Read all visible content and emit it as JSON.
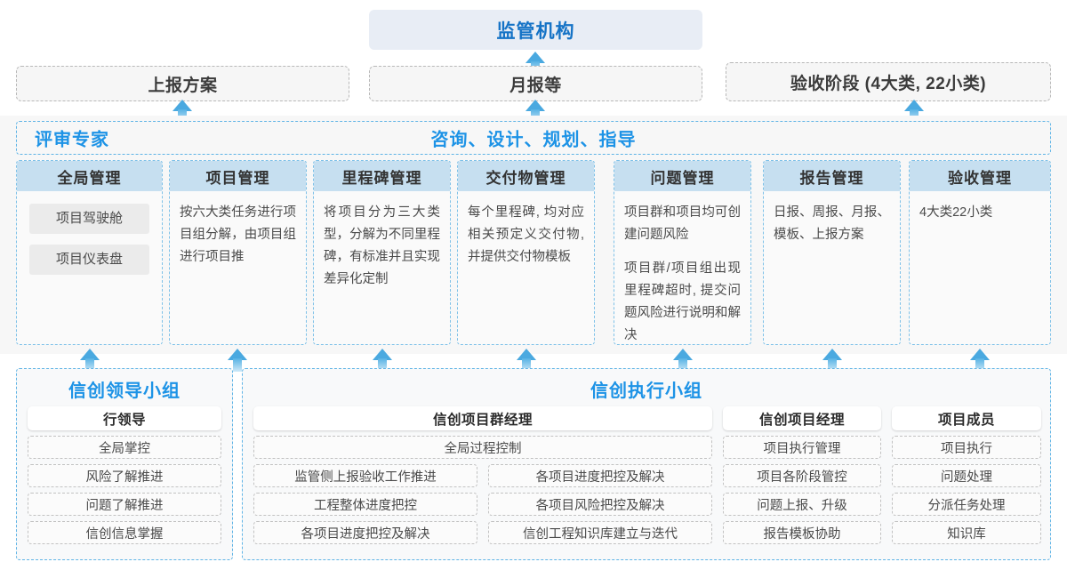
{
  "top": {
    "regulator": {
      "label": "监管机构"
    },
    "submissions": [
      {
        "label": "上报方案"
      },
      {
        "label": "月报等"
      },
      {
        "label": "验收阶段 (4大类, 22小类)"
      }
    ]
  },
  "middle": {
    "header_left": "评审专家",
    "header_center": "咨询、设计、规划、指导",
    "columns": [
      {
        "title": "全局管理",
        "chips": [
          "项目驾驶舱",
          "项目仪表盘"
        ],
        "paragraphs": []
      },
      {
        "title": "项目管理",
        "chips": [],
        "paragraphs": [
          "按六大类任务进行项目组分解，由项目组进行项目推"
        ]
      },
      {
        "title": "里程碑管理",
        "chips": [],
        "paragraphs": [
          "将项目分为三大类型，分解为不同里程碑，有标准并且实现差异化定制"
        ]
      },
      {
        "title": "交付物管理",
        "chips": [],
        "paragraphs": [
          "每个里程碑, 均对应相关预定义交付物,并提供交付物模板"
        ]
      },
      {
        "title": "问题管理",
        "chips": [],
        "paragraphs": [
          "项目群和项目均可创建问题风险",
          "项目群/项目组出现里程碑超时, 提交问题风险进行说明和解决"
        ]
      },
      {
        "title": "报告管理",
        "chips": [],
        "paragraphs": [
          "日报、周报、月报、模板、上报方案"
        ]
      },
      {
        "title": "验收管理",
        "chips": [],
        "paragraphs": [
          "4大类22小类"
        ]
      }
    ]
  },
  "bottom": {
    "leading_group": {
      "title": "信创领导小组",
      "role": {
        "head": "行领导",
        "items": [
          "全局掌控",
          "风险了解推进",
          "问题了解推进",
          "信创信息掌握"
        ]
      }
    },
    "execution_group": {
      "title": "信创执行小组",
      "program_manager": {
        "head": "信创项目群经理",
        "full_width_item": "全局过程控制",
        "left_items": [
          "监管侧上报验收工作推进",
          "工程整体进度把控",
          "各项目进度把控及解决"
        ],
        "right_items": [
          "各项目进度把控及解决",
          "各项目风险把控及解决",
          "信创工程知识库建立与迭代"
        ]
      },
      "project_manager": {
        "head": "信创项目经理",
        "items": [
          "项目执行管理",
          "项目各阶段管控",
          "问题上报、升级",
          "报告模板协助"
        ]
      },
      "project_member": {
        "head": "项目成员",
        "items": [
          "项目执行",
          "问题处理",
          "分派任务处理",
          "知识库"
        ]
      }
    }
  },
  "colors": {
    "accent_blue": "#1d93e6",
    "head_fill": "#e8edf5",
    "col_title_fill": "#c6dff0",
    "band_fill": "#f7f7f7",
    "arrow_blue": "#4aa9e0"
  }
}
